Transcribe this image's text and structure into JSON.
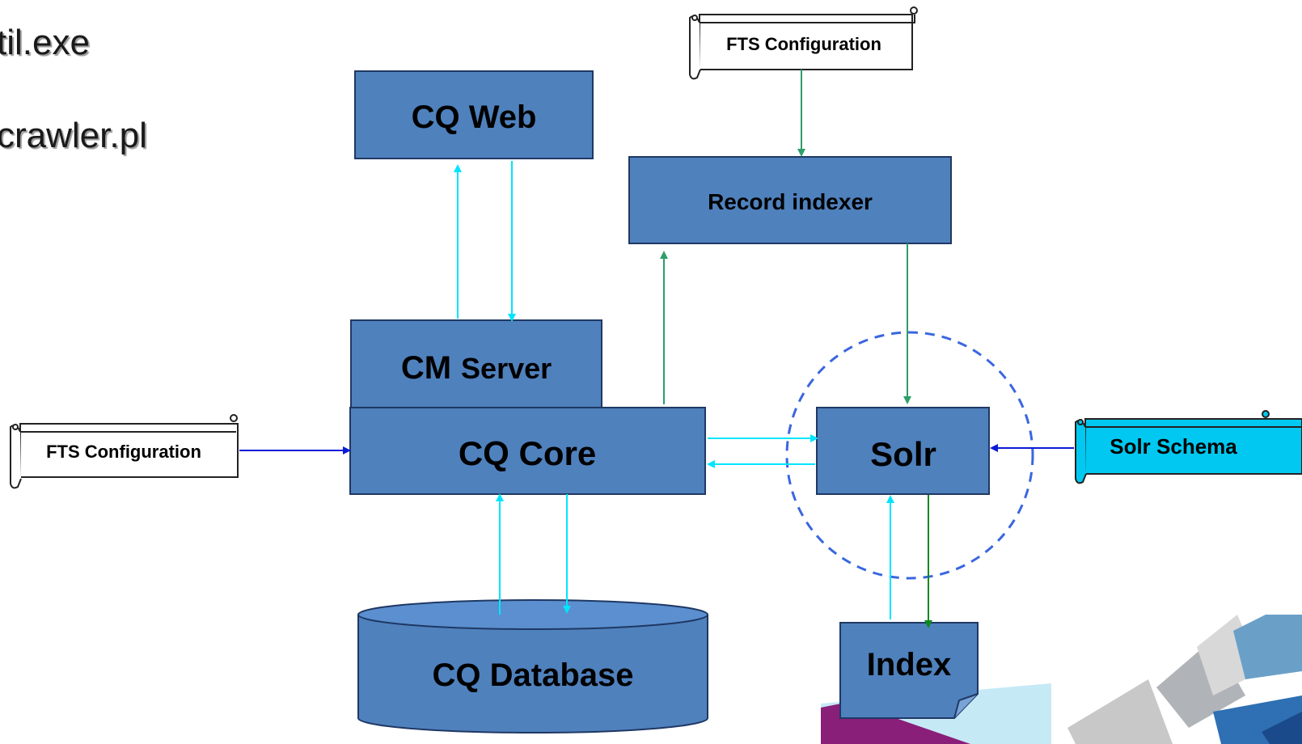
{
  "bullets": [
    "til.exe",
    "crawler.pl"
  ],
  "nodes": {
    "cq_web": "CQ Web",
    "record_indexer": "Record indexer",
    "cm_server_part1": "CM",
    "cm_server_part2": "Server",
    "cq_core": "CQ Core",
    "solr": "Solr",
    "cq_database": "CQ Database",
    "index": "Index",
    "fts_config_top": "FTS Configuration",
    "fts_config_left": "FTS Configuration",
    "solr_schema": "Solr Schema"
  },
  "colors": {
    "box_fill": "#4f81bd",
    "box_stroke": "#1f3864",
    "cyan_arrow": "#00e5ff",
    "green_arrow": "#2e9e6a",
    "dark_green_arrow": "#0b8a1e",
    "blue_arrow": "#0a1ad6",
    "schema_fill": "#00c8f0",
    "dashed_circle": "#3a66e0"
  }
}
